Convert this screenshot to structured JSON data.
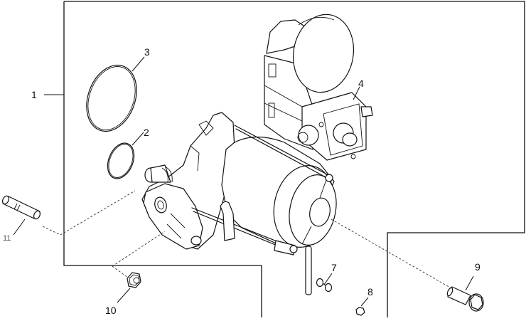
{
  "diagram": {
    "type": "exploded-parts-view",
    "subject": "starter motor assembly",
    "callouts": [
      {
        "id": "1",
        "label": "1",
        "part": "starter motor assembly (bracket)"
      },
      {
        "id": "2",
        "label": "2",
        "part": "o-ring (small)"
      },
      {
        "id": "3",
        "label": "3",
        "part": "o-ring (large)"
      },
      {
        "id": "4",
        "label": "4",
        "part": "solenoid"
      },
      {
        "id": "7",
        "label": "7",
        "part": "screw with washer"
      },
      {
        "id": "8",
        "label": "8",
        "part": "nut"
      },
      {
        "id": "9",
        "label": "9",
        "part": "flange bolt"
      },
      {
        "id": "10",
        "label": "10",
        "part": "flange nut"
      },
      {
        "id": "11",
        "label": "11",
        "part": "stud"
      }
    ]
  }
}
